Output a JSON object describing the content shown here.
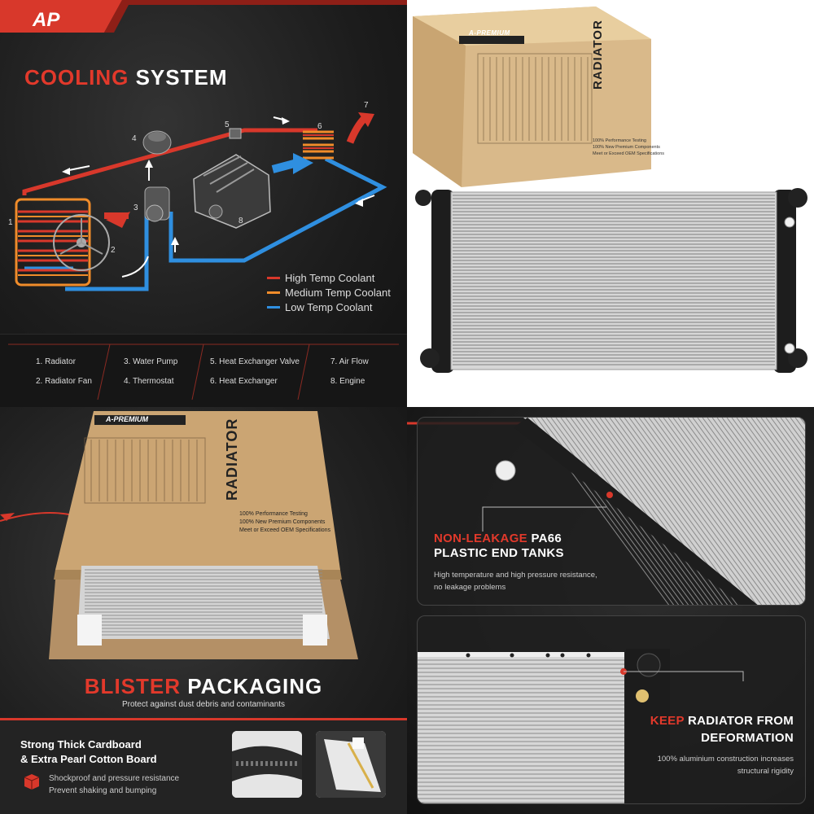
{
  "colors": {
    "accent": "#e2392b",
    "high": "#d8382b",
    "medium": "#f08c2a",
    "low": "#2f8fe0"
  },
  "cooling": {
    "title_accent": "COOLING",
    "title_rest": "SYSTEM",
    "legend": [
      {
        "label": "High Temp Coolant",
        "color": "#d8382b"
      },
      {
        "label": "Medium Temp Coolant",
        "color": "#f08c2a"
      },
      {
        "label": "Low Temp Coolant",
        "color": "#2f8fe0"
      }
    ],
    "diagram_numbers": [
      "1",
      "2",
      "3",
      "4",
      "5",
      "6",
      "7",
      "8"
    ],
    "parts": [
      "1.  Radiator",
      "2.  Radiator Fan",
      "3.  Water Pump",
      "4.  Thermostat",
      "5.  Heat Exchanger Valve",
      "6.  Heat Exchanger",
      "7.  Air Flow",
      "8.  Engine"
    ]
  },
  "box": {
    "brand": "A-PREMIUM",
    "product": "RADIATOR",
    "spec1": "100% Performance Testing",
    "spec2": "100% New Premium Components",
    "spec3": "Meet or Exceed OEM Specifications"
  },
  "packaging": {
    "title_accent": "BLISTER",
    "title_rest": "PACKAGING",
    "subtitle": "Protect against dust debris and contaminants",
    "h1": "Strong Thick Cardboard",
    "h2": "& Extra Pearl Cotton Board",
    "p1": "Shockproof and pressure resistance",
    "p2": "Prevent shaking and bumping"
  },
  "features": {
    "f1_accent": "NON-LEAKAGE",
    "f1_rest": "PA66",
    "f1_line2": "PLASTIC END TANKS",
    "f1_desc1": "High temperature and high pressure resistance,",
    "f1_desc2": "no leakage problems",
    "f2_accent": "KEEP",
    "f2_rest": "RADIATOR FROM",
    "f2_line2": "DEFORMATION",
    "f2_desc1": "100% aluminium construction increases",
    "f2_desc2": "structural rigidity"
  }
}
